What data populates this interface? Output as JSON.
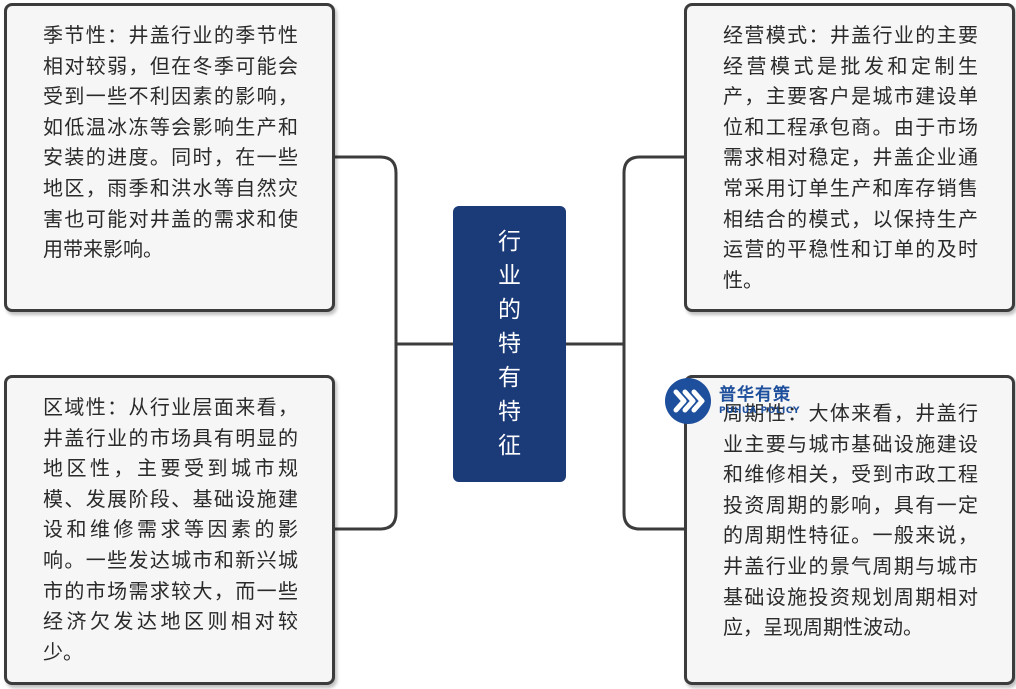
{
  "center": {
    "title": "行业的特有特征"
  },
  "boxes": {
    "seasonality": "季节性：井盖行业的季节性相对较弱，但在冬季可能会受到一些不利因素的影响，如低温冰冻等会影响生产和安装的进度。同时，在一些地区，雨季和洪水等自然灾害也可能对井盖的需求和使用带来影响。",
    "regionality": "区域性：从行业层面来看，井盖行业的市场具有明显的地区性，主要受到城市规模、发展阶段、基础设施建设和维修需求等因素的影响。一些发达城市和新兴城市的市场需求较大，而一些经济欠发达地区则相对较少。",
    "business_model": "经营模式：井盖行业的主要经营模式是批发和定制生产，主要客户是城市建设单位和工程承包商。由于市场需求相对稳定，井盖企业通常采用订单生产和库存销售相结合的模式，以保持生产运营的平稳性和订单的及时性。",
    "cyclicality": "周期性：大体来看，井盖行业主要与城市基础设施建设和维修相关，受到市政工程投资周期的影响，具有一定的周期性特征。一般来说，井盖行业的景气周期与城市基础设施投资规划周期相对应，呈现周期性波动。"
  },
  "watermark": {
    "name_cn": "普华有策",
    "name_en": "PUHUA POLICY"
  },
  "colors": {
    "center_fill": "#1b3a78",
    "box_border": "#3c3c3c",
    "box_fill": "#f6f6f6",
    "connector": "#3c3c3c",
    "logo_blue": "#1e4f9c"
  }
}
